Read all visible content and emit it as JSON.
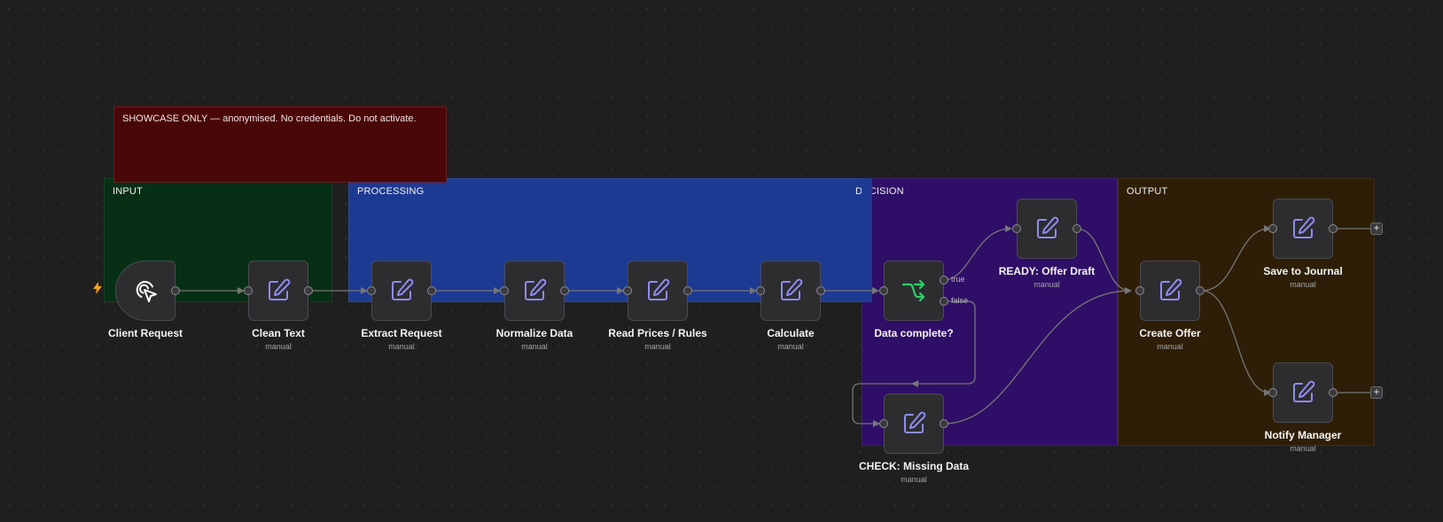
{
  "note": {
    "text": "SHOWCASE ONLY — anonymised. No credentials. Do not activate.",
    "color": "#4a0708"
  },
  "groups": {
    "input": {
      "label": "INPUT",
      "color": "#062f15"
    },
    "processing": {
      "label": "PROCESSING",
      "color": "#1d3a93"
    },
    "decision": {
      "label": "DECISION",
      "color": "#2e0e66"
    },
    "output": {
      "label": "OUTPUT",
      "color": "#2e1e07"
    }
  },
  "nodes": {
    "client_request": {
      "title": "Client Request",
      "subtitle": "",
      "icon": "cursor-click-icon"
    },
    "clean_text": {
      "title": "Clean Text",
      "subtitle": "manual",
      "icon": "edit-icon"
    },
    "extract_request": {
      "title": "Extract Request",
      "subtitle": "manual",
      "icon": "edit-icon"
    },
    "normalize_data": {
      "title": "Normalize Data",
      "subtitle": "manual",
      "icon": "edit-icon"
    },
    "read_prices": {
      "title": "Read Prices / Rules",
      "subtitle": "manual",
      "icon": "edit-icon"
    },
    "calculate": {
      "title": "Calculate",
      "subtitle": "manual",
      "icon": "edit-icon"
    },
    "data_complete": {
      "title": "Data complete?",
      "subtitle": "",
      "icon": "branch-icon",
      "true_label": "true",
      "false_label": "false"
    },
    "ready_offer_draft": {
      "title": "READY: Offer Draft",
      "subtitle": "manual",
      "icon": "edit-icon"
    },
    "check_missing_data": {
      "title": "CHECK: Missing Data",
      "subtitle": "manual",
      "icon": "edit-icon"
    },
    "create_offer": {
      "title": "Create Offer",
      "subtitle": "manual",
      "icon": "edit-icon"
    },
    "save_to_journal": {
      "title": "Save to Journal",
      "subtitle": "manual",
      "icon": "edit-icon"
    },
    "notify_manager": {
      "title": "Notify Manager",
      "subtitle": "manual",
      "icon": "edit-icon"
    }
  },
  "add_button": {
    "label": "+"
  },
  "colors": {
    "edit_icon": "#8f8cf3",
    "branch_icon": "#2fd16a",
    "trigger_bolt": "#f2a41c",
    "wire": "#767676"
  }
}
